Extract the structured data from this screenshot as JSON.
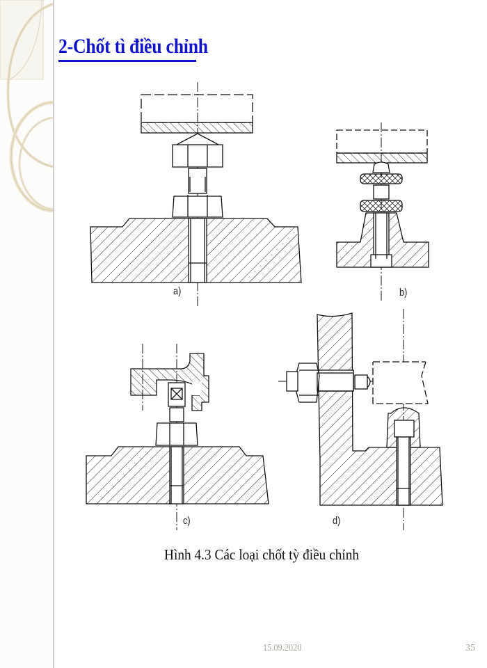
{
  "slide": {
    "title": "2-Chốt tì điều chỉnh",
    "title_color": "#1212c8",
    "figure": {
      "labels": {
        "a": "a)",
        "b": "b)",
        "c": "c)",
        "d": "d)"
      },
      "caption": "Hình 4.3 Các loại chốt tỳ điều chỉnh"
    },
    "footer": {
      "date": "15.09.2020",
      "page_number": "35"
    }
  }
}
